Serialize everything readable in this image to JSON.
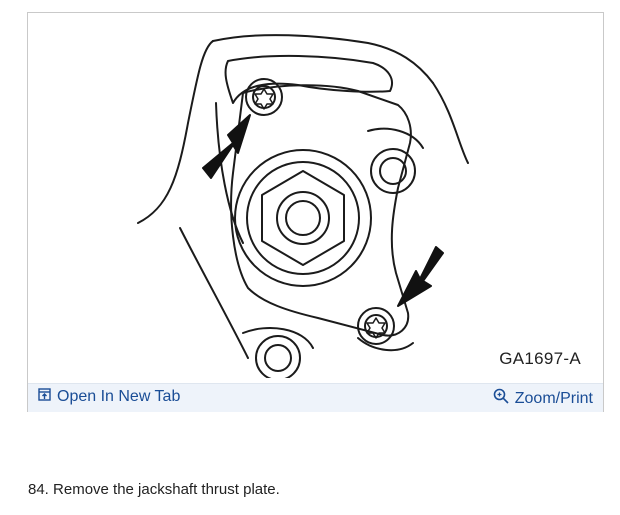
{
  "figure": {
    "code": "GA1697-A",
    "open_tab_label": "Open In New Tab",
    "zoom_print_label": "Zoom/Print",
    "accent_color": "#1a4d96",
    "toolbar_bg": "#eef3fa"
  },
  "instruction": {
    "text": "84. Remove the jackshaft thrust plate."
  },
  "icons": {
    "open_tab": "open-new-tab-icon",
    "zoom": "magnifier-icon"
  }
}
